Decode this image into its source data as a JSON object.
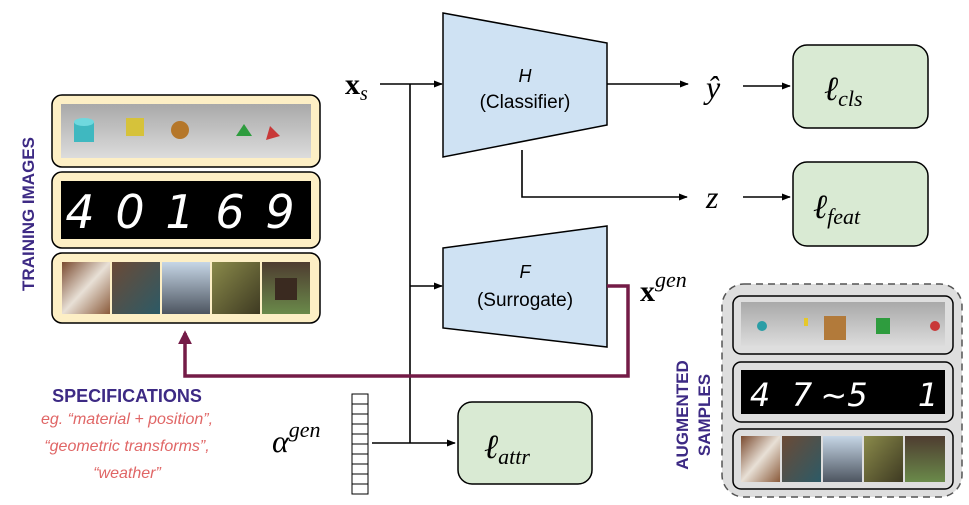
{
  "colors": {
    "trapezoid_fill": "#cfe2f3",
    "loss_fill": "#d9ead3",
    "training_bg": "#fdefc5",
    "augmented_bg": "#dedede",
    "feedback_arrow": "#741b47",
    "spec_title": "#3d2a84",
    "spec_examples": "#e06666",
    "vertical_label": "#3d2a84"
  },
  "labels": {
    "xs_main": "x",
    "xs_sub": "s",
    "classifier_sym": "H",
    "classifier_name": "(Classifier)",
    "surrogate_sym": "F",
    "surrogate_name": "(Surrogate)",
    "yhat": "ŷ",
    "z": "z",
    "xgen_main": "x",
    "xgen_sup": "gen",
    "alpha_main": "α",
    "alpha_sup": "gen",
    "loss_cls_main": "ℓ",
    "loss_cls_sub": "cls",
    "loss_feat_main": "ℓ",
    "loss_feat_sub": "feat",
    "loss_attr_main": "ℓ",
    "loss_attr_sub": "attr",
    "training_images": "TRAINING IMAGES",
    "augmented_line1": "AUGMENTED",
    "augmented_line2": "SAMPLES",
    "spec_title": "SPECIFICATIONS",
    "spec_line1": "eg. “material + position”,",
    "spec_line2": "“geometric transforms”,",
    "spec_line3": "“weather”"
  },
  "training_digits": [
    "4",
    "0",
    "1",
    "6",
    "9"
  ],
  "augmented_digits": [
    "4",
    "7",
    "~5",
    "",
    "1"
  ],
  "attribute_vector_cells": 10
}
